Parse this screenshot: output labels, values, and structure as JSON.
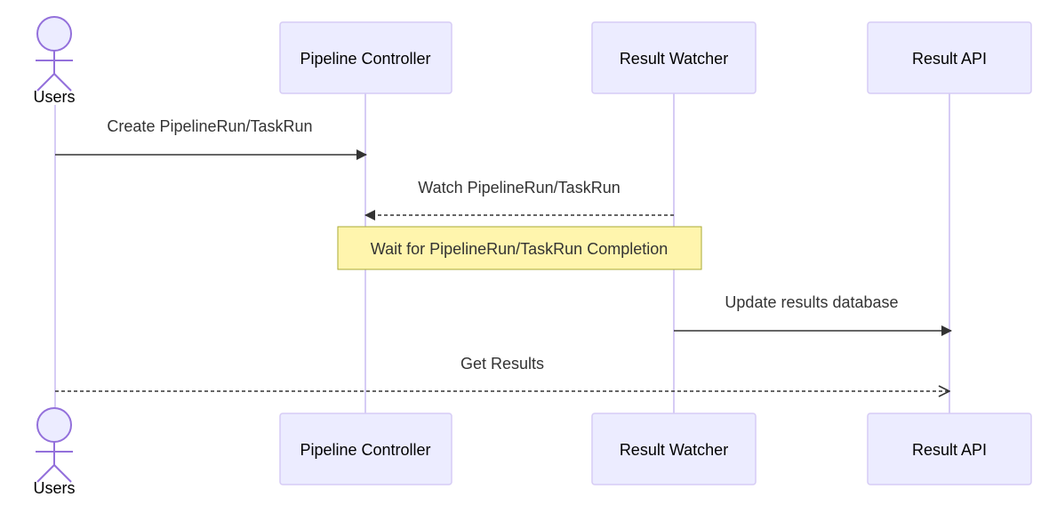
{
  "diagram": {
    "type": "sequence",
    "colors": {
      "actor_fill": "#ECECFF",
      "actor_stroke": "#9370DB",
      "lifeline": "#D6CCF5",
      "message": "#333333",
      "note_fill": "#FFF5AD",
      "note_stroke": "#AAAA33",
      "text": "#333333"
    },
    "participants": [
      {
        "id": "users",
        "label": "Users",
        "kind": "actor",
        "icon": "stick-figure-icon"
      },
      {
        "id": "controller",
        "label": "Pipeline Controller",
        "kind": "box"
      },
      {
        "id": "watcher",
        "label": "Result Watcher",
        "kind": "box"
      },
      {
        "id": "api",
        "label": "Result API",
        "kind": "box"
      }
    ],
    "messages": [
      {
        "from": "users",
        "to": "controller",
        "label": "Create PipelineRun/TaskRun",
        "style": "solid",
        "arrow": "filled"
      },
      {
        "from": "watcher",
        "to": "controller",
        "label": "Watch PipelineRun/TaskRun",
        "style": "dashed",
        "arrow": "filled"
      },
      {
        "note": true,
        "over": [
          "controller",
          "watcher"
        ],
        "label": "Wait for PipelineRun/TaskRun Completion"
      },
      {
        "from": "watcher",
        "to": "api",
        "label": "Update results database",
        "style": "solid",
        "arrow": "filled"
      },
      {
        "from": "users",
        "to": "api",
        "label": "Get Results",
        "style": "dashed",
        "arrow": "open"
      }
    ]
  }
}
